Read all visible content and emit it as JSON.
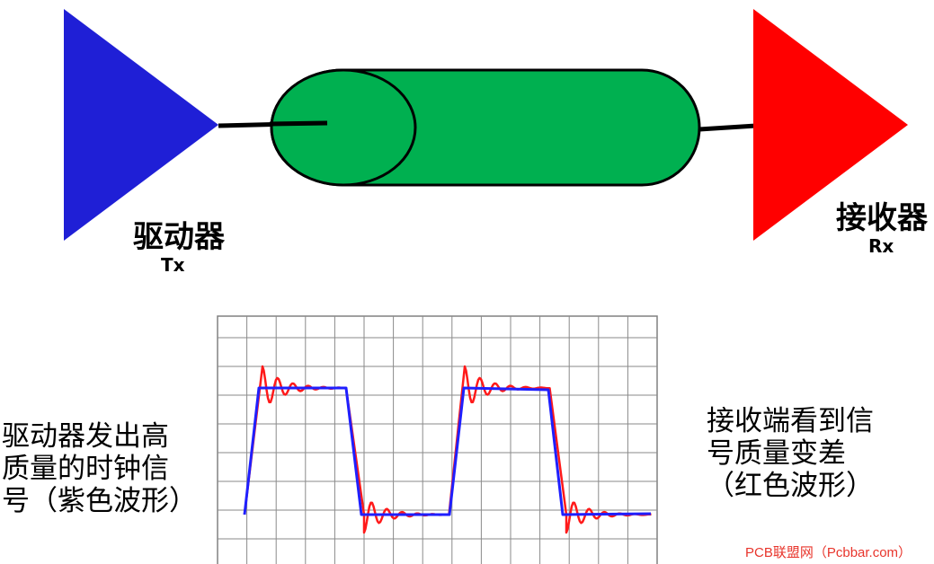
{
  "driver": {
    "name": "驱动器",
    "code": "Tx",
    "color": "#1f1fd6"
  },
  "receiver": {
    "name": "接收器",
    "code": "Rx",
    "color": "#ff0000"
  },
  "cable": {
    "color": "#00b050"
  },
  "driver_description": {
    "lines": [
      "驱动器发出高",
      "质量的时钟信",
      "号（紫色波形）"
    ],
    "waveform_color": "#1f1fff"
  },
  "receiver_description": {
    "lines": [
      "接收端看到信",
      "号质量变差",
      "（红色波形）"
    ],
    "waveform_color": "#ff1a1a"
  },
  "watermark": "PCB联盟网（Pcbbar.com）"
}
